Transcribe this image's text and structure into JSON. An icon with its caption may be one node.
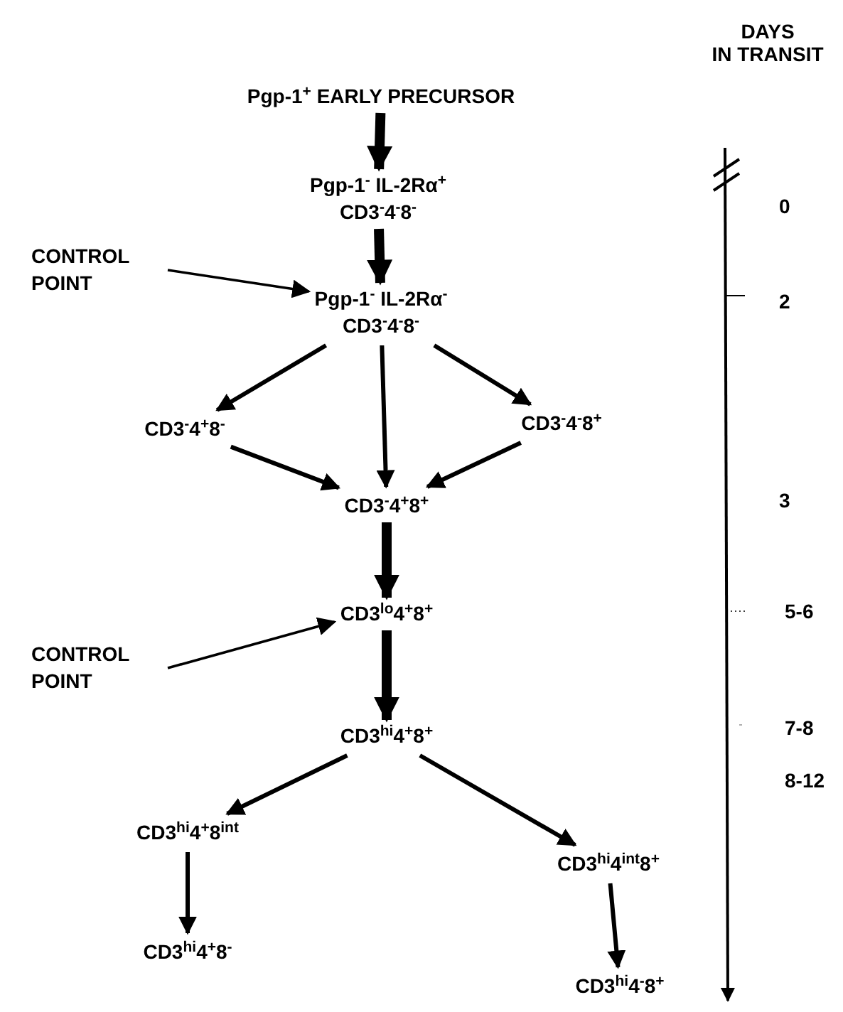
{
  "diagram": {
    "nodes": [
      {
        "text": [
          "Pgp-1$^{+}$ EARLY PRECURSOR"
        ]
      },
      {
        "text": [
          "Pgp-1$^{-}$ IL-2Rα$^{+}$",
          "CD3$^{-}$4$^{-}$8$^{-}$"
        ]
      },
      {
        "text": [
          "CONTROL POINT"
        ]
      },
      {
        "text": [
          "Pgp-1$^{-}$ IL-2Rα$^{-}$",
          "CD3$^{-}$4$^{-}$8$^{-}$"
        ]
      },
      {
        "text": [
          "CD3$^{-}$4$^{+}$8$^{-}$"
        ]
      },
      {
        "text": [
          "CD3$^{-}$4$^{-}$8$^{+}$"
        ]
      },
      {
        "text": [
          "CD3$^{-}$4$^{+}$8$^{+}$"
        ]
      },
      {
        "text": [
          "CD3$^{lo}$4$^{+}$8$^{+}$"
        ]
      },
      {
        "text": [
          "CONTROL POINT"
        ]
      },
      {
        "text": [
          "CD3$^{hi}$4$^{+}$8$^{+}$"
        ]
      },
      {
        "text": [
          "CD3$^{hi}$4$^{+}$8$^{int}$"
        ]
      },
      {
        "text": [
          "CD3$^{hi}$4$^{int}$8$^{+}$"
        ]
      },
      {
        "text": [
          "CD3$^{hi}$4$^{+}$8$^{-}$"
        ]
      },
      {
        "text": [
          "CD3$^{hi}$4$^{-}$8$^{+}$"
        ]
      }
    ],
    "edges": [
      {
        "from": 0,
        "to": 1,
        "arrow": "to",
        "style": "thick"
      },
      {
        "from": 1,
        "to": 3,
        "arrow": "to",
        "style": "thick"
      },
      {
        "from": 2,
        "to": 3,
        "arrow": "to"
      },
      {
        "from": 3,
        "to": 4,
        "arrow": "to"
      },
      {
        "from": 3,
        "to": 6,
        "arrow": "to"
      },
      {
        "from": 3,
        "to": 5,
        "arrow": "to"
      },
      {
        "from": 4,
        "to": 6,
        "arrow": "to"
      },
      {
        "from": 5,
        "to": 6,
        "arrow": "to"
      },
      {
        "from": 6,
        "to": 7,
        "arrow": "to",
        "style": "thick"
      },
      {
        "from": 7,
        "to": 9,
        "arrow": "to",
        "style": "thick"
      },
      {
        "from": 8,
        "to": 7,
        "arrow": "to"
      },
      {
        "from": 9,
        "to": 10,
        "arrow": "to"
      },
      {
        "from": 9,
        "to": 11,
        "arrow": "to"
      },
      {
        "from": 10,
        "to": 12,
        "arrow": "to"
      },
      {
        "from": 11,
        "to": 13,
        "arrow": "to"
      }
    ],
    "labels": [
      "DAYS",
      "IN TRANSIT",
      "0",
      "2",
      "3",
      "5-6",
      "7-8",
      "8-12"
    ]
  }
}
